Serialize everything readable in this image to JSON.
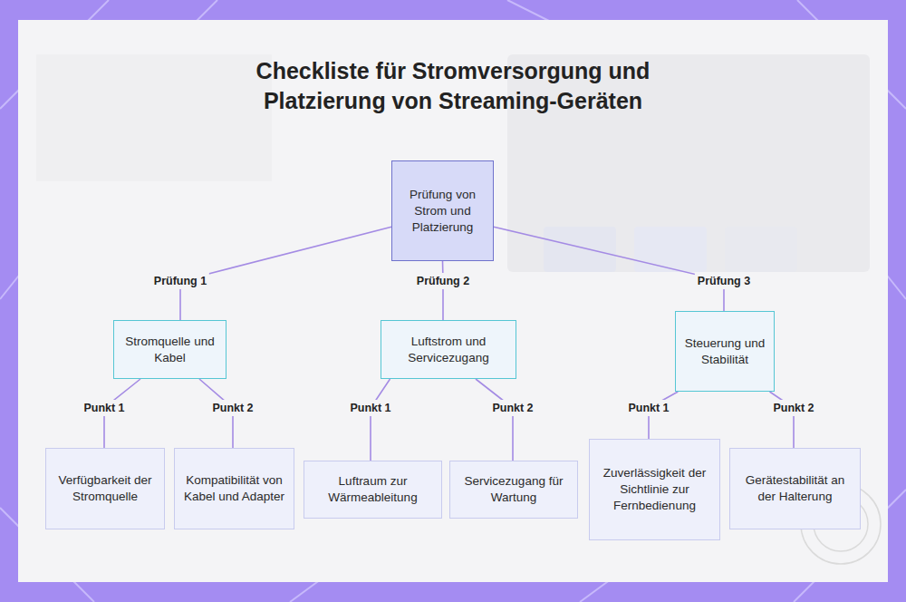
{
  "diagram": {
    "title": "Checkliste für Stromversorgung und Platzierung von Streaming-Geräten",
    "nodes": [
      {
        "text": [
          "Prüfung von Strom und Platzierung"
        ]
      },
      {
        "text": [
          "Stromquelle und Kabel"
        ]
      },
      {
        "text": [
          "Luftstrom und Servicezugang"
        ]
      },
      {
        "text": [
          "Steuerung und Stabilität"
        ]
      },
      {
        "text": [
          "Verfügbarkeit der Stromquelle"
        ]
      },
      {
        "text": [
          "Kompatibilität von Kabel und Adapter"
        ]
      },
      {
        "text": [
          "Luftraum zur Wärmeableitung"
        ]
      },
      {
        "text": [
          "Servicezugang für Wartung"
        ]
      },
      {
        "text": [
          "Zuverlässigkeit der Sichtlinie zur Fernbedienung"
        ]
      },
      {
        "text": [
          "Gerätestabilität an der Halterung"
        ]
      }
    ],
    "edges": [
      {
        "from": 0,
        "to": 1,
        "arrow": "none",
        "label": "Prüfung 1"
      },
      {
        "from": 0,
        "to": 2,
        "arrow": "none",
        "label": "Prüfung 2"
      },
      {
        "from": 0,
        "to": 3,
        "arrow": "none",
        "label": "Prüfung 3"
      },
      {
        "from": 1,
        "to": 4,
        "arrow": "none",
        "label": "Punkt 1"
      },
      {
        "from": 1,
        "to": 5,
        "arrow": "none",
        "label": "Punkt 2"
      },
      {
        "from": 2,
        "to": 6,
        "arrow": "none",
        "label": "Punkt 1"
      },
      {
        "from": 2,
        "to": 7,
        "arrow": "none",
        "label": "Punkt 2"
      },
      {
        "from": 3,
        "to": 8,
        "arrow": "none",
        "label": "Punkt 1"
      },
      {
        "from": 3,
        "to": 9,
        "arrow": "none",
        "label": "Punkt 2"
      }
    ]
  }
}
